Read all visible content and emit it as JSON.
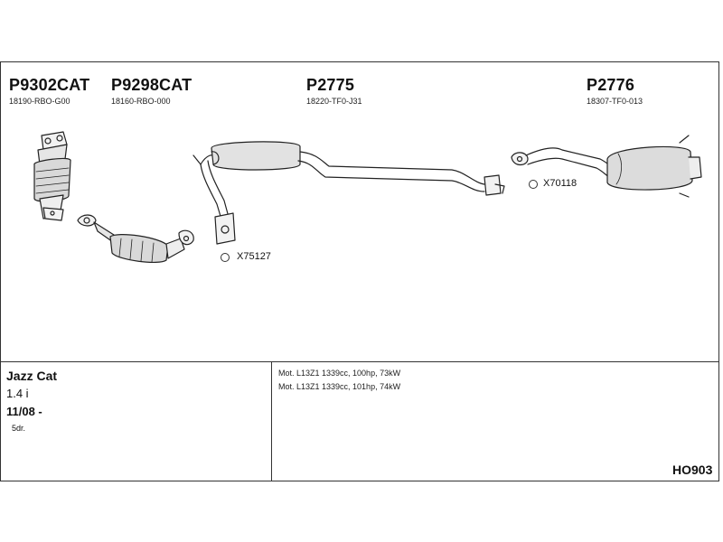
{
  "parts": [
    {
      "code": "P9302CAT",
      "oe": "18190-RBO-G00"
    },
    {
      "code": "P9298CAT",
      "oe": "18160-RBO-000"
    },
    {
      "code": "P2775",
      "oe": "18220-TF0-J31"
    },
    {
      "code": "P2776",
      "oe": "18307-TF0-013"
    }
  ],
  "fittings": [
    {
      "code": "X75127"
    },
    {
      "code": "X70118"
    }
  ],
  "vehicle": {
    "model": "Jazz Cat",
    "engine": "1.4 i",
    "from_date": "11/08 -",
    "doors": "5dr."
  },
  "engine_specs": [
    "Mot. L13Z1 1339cc, 100hp, 73kW",
    "Mot. L13Z1 1339cc, 101hp, 74kW"
  ],
  "reference": "HO903"
}
